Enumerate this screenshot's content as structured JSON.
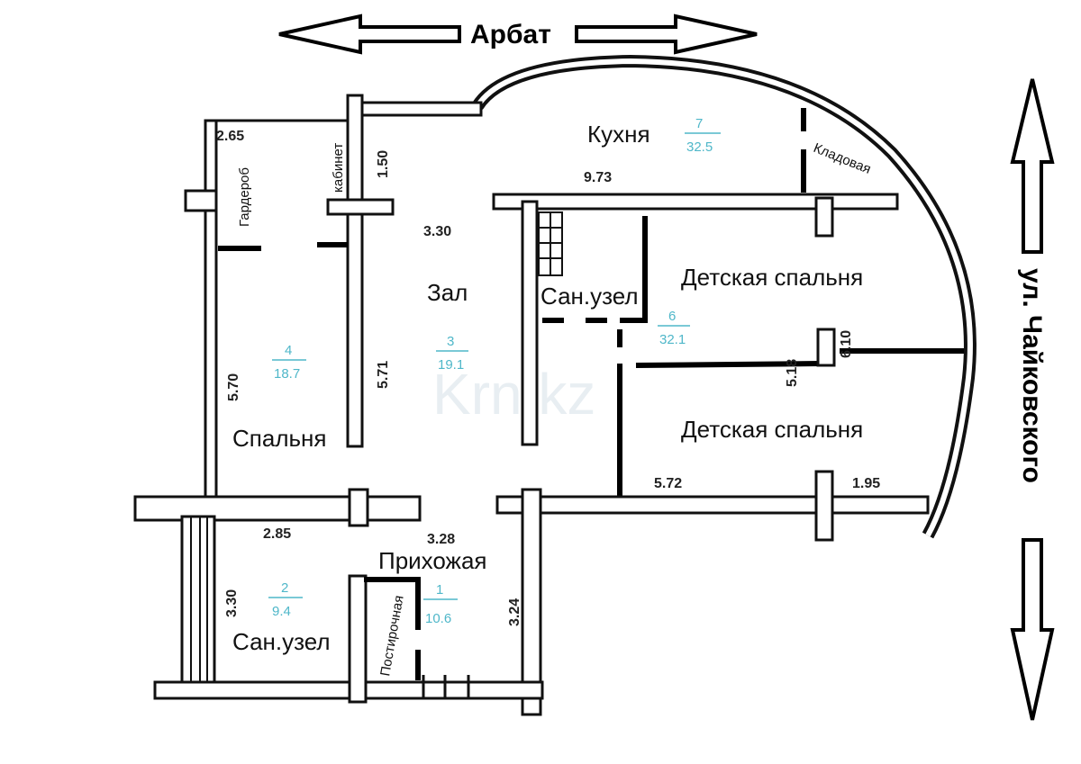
{
  "streets": {
    "top": "Арбат",
    "right": "ул. Чайковского"
  },
  "rooms": {
    "kitchen": "Кухня",
    "pantry": "Кладовая",
    "wardrobe": "Гардероб",
    "cabinet": "кабинет",
    "hall": "Зал",
    "bathroom_top": "Сан.узел",
    "kids_bedroom_1": "Детская спальня",
    "kids_bedroom_2": "Детская спальня",
    "bedroom": "Спальня",
    "hallway": "Прихожая",
    "laundry": "Постирочная",
    "bathroom_bottom": "Сан.узел"
  },
  "dimensions": {
    "d1": "2.65",
    "d2": "1.50",
    "d3": "9.73",
    "d4": "3.30",
    "d5": "5.70",
    "d6": "5.71",
    "d7": "5.18",
    "d8": "6.10",
    "d9": "5.72",
    "d10": "1.95",
    "d11": "2.85",
    "d12": "3.28",
    "d13": "3.30",
    "d14": "3.24"
  },
  "room_numbers": {
    "kitchen": {
      "num": "7",
      "area": "32.5"
    },
    "bedroom": {
      "num": "4",
      "area": "18.7"
    },
    "hall": {
      "num": "3",
      "area": "19.1"
    },
    "kids": {
      "num": "6",
      "area": "32.1"
    },
    "bathroom": {
      "num": "2",
      "area": "9.4"
    },
    "hallway": {
      "num": "1",
      "area": "10.6"
    }
  },
  "watermark": "Krn.kz",
  "colors": {
    "walls": "#111111",
    "room_numbers": "#4fb7c9",
    "background": "#ffffff"
  }
}
